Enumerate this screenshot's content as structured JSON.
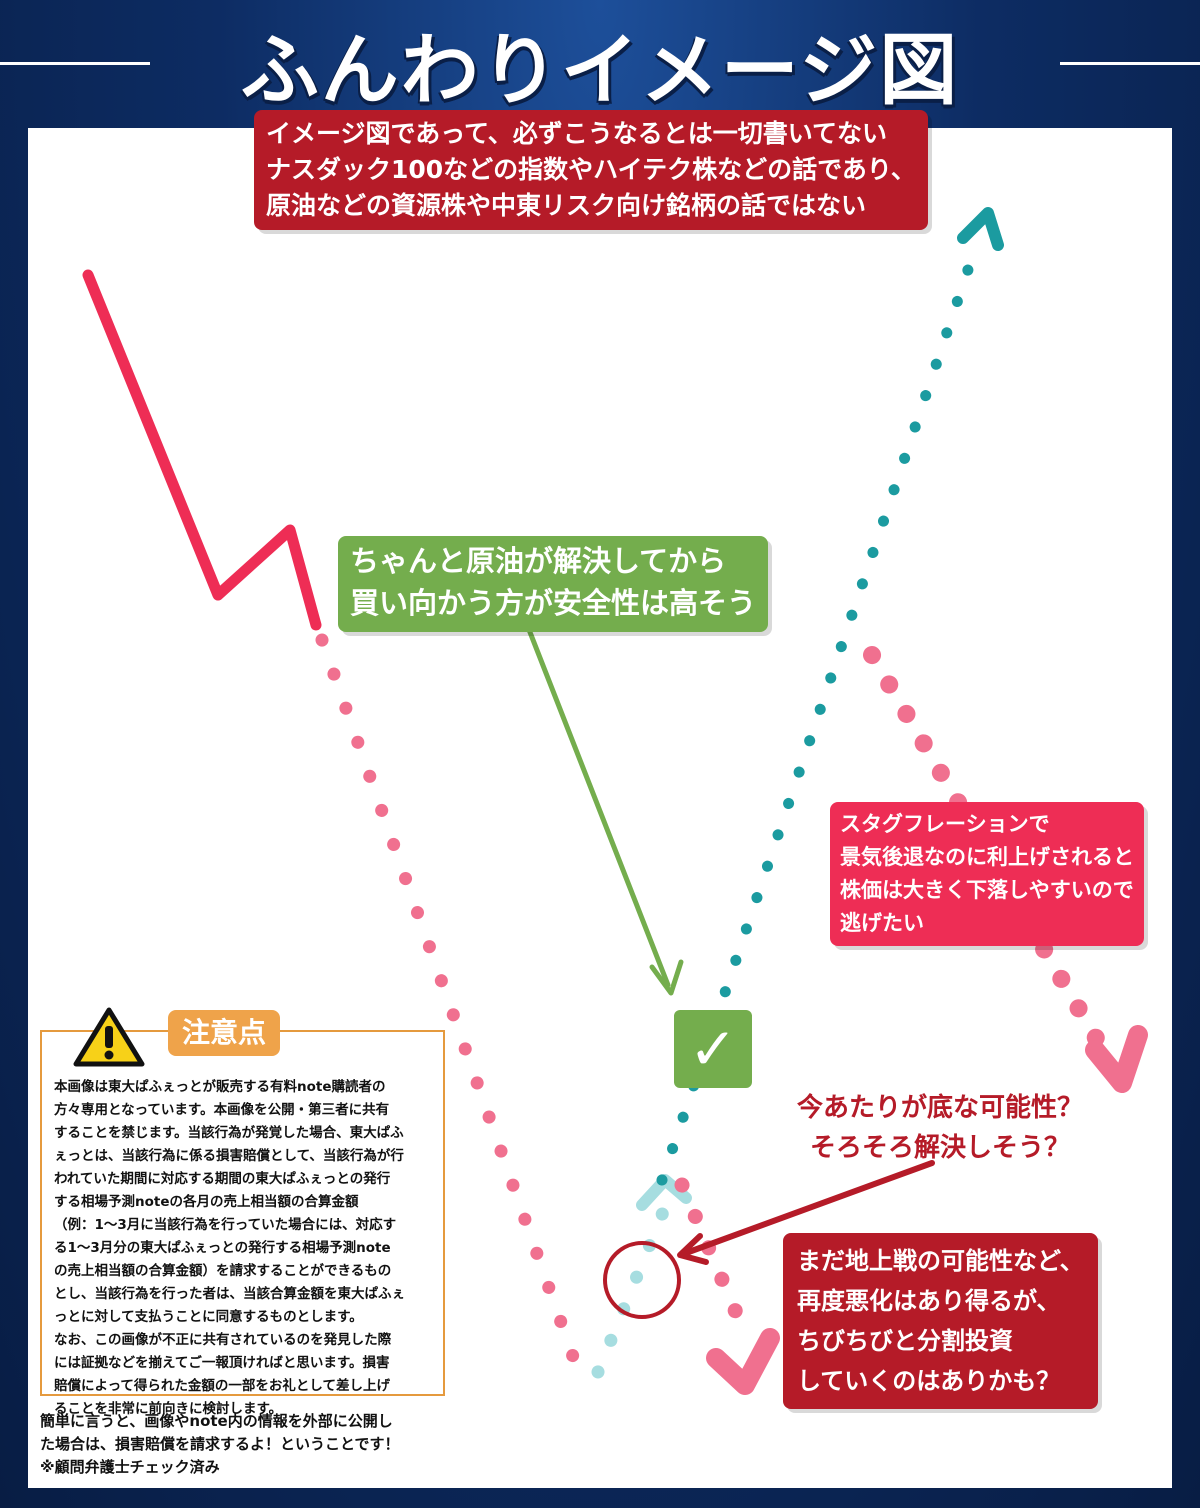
{
  "title": "ふんわりイメージ図",
  "disclaimer": {
    "lines": [
      "イメージ図であって、必ずこうなるとは一切書いてない",
      "ナスダック100などの指数やハイテク株などの話であり、",
      "原油などの資源株や中東リスク向け銘柄の話ではない"
    ]
  },
  "green_note": {
    "lines": [
      "ちゃんと原油が解決してから",
      "買い向かう方が安全性は高そう"
    ]
  },
  "stagflation_note": {
    "lines": [
      "スタグフレーションで",
      "景気後退なのに利上げされると",
      "株価は大きく下落しやすいので",
      "逃げたい"
    ]
  },
  "bottom_question": {
    "lines": [
      "今あたりが底な可能性？",
      "そろそろ解決しそう？"
    ]
  },
  "bottom_note": {
    "lines": [
      "まだ地上戦の可能性など、",
      "再度悪化はあり得るが、",
      "ちびちびと分割投資",
      "していくのはありかも？"
    ]
  },
  "check_mark": "✓",
  "caution": {
    "badge": "注意点",
    "lines": [
      "本画像は東大ぱふぇっとが販売する有料note購読者の",
      "方々専用となっています。本画像を公開・第三者に共有",
      "することを禁じます。当該行為が発覚した場合、東大ぱふ",
      "ぇっとは、当該行為に係る損害賠償として、当該行為が行",
      "われていた期間に対応する期間の東大ぱふぇっとの発行",
      "する相場予測noteの各月の売上相当額の合算金額",
      "（例：1〜3月に当該行為を行っていた場合には、対応す",
      "る1〜3月分の東大ぱふぇっとの発行する相場予測note",
      "の売上相当額の合算金額）を請求することができるもの",
      "とし、当該行為を行った者は、当該合算金額を東大ぱふぇ",
      "っとに対して支払うことに同意するものとします。",
      "なお、この画像が不正に共有されているのを発見した際",
      "には証拠などを揃えてご一報頂ければと思います。損害",
      "賠償によって得られた金額の一部をお礼として差し上げ",
      "ることを非常に前向きに検討します。"
    ]
  },
  "summary": {
    "lines": [
      "簡単に言うと、画像やnote内の情報を外部に公開し",
      "た場合は、損害賠償を請求するよ！ということです！",
      "※顧問弁護士チェック済み"
    ]
  },
  "colors": {
    "navy": "#0c2a5e",
    "red_line": "#ee2d55",
    "pink_dots": "#f0708f",
    "teal_dots": "#1b9ba0",
    "light_teal": "#a6dde0",
    "green": "#74ad4d",
    "dark_red": "#b51b28",
    "orange": "#efa34a"
  },
  "icons": {
    "warning": "warning-triangle-icon",
    "check": "check-icon"
  }
}
